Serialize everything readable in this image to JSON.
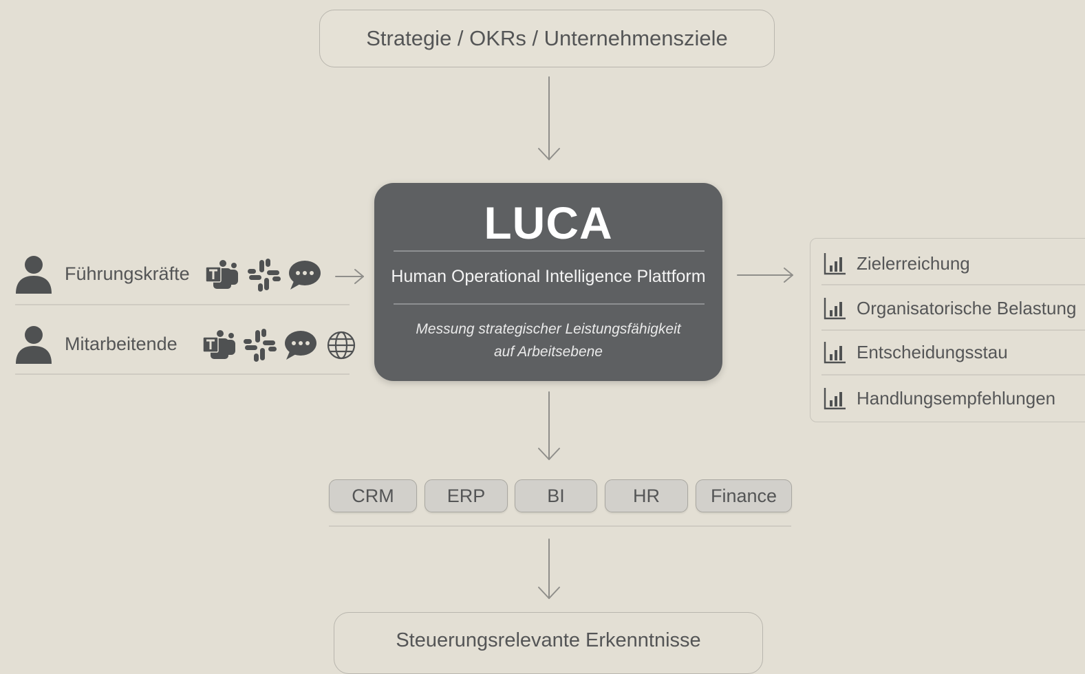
{
  "top": {
    "label": "Strategie / OKRs / Unternehmensziele"
  },
  "center": {
    "title": "LUCA",
    "subtitle": "Human Operational Intelligence Plattform",
    "desc_line1": "Messung strategischer Leistungsfähigkeit",
    "desc_line2": "auf Arbeitsebene"
  },
  "inputs": [
    {
      "label": "Führungskräfte",
      "icons": [
        "teams-icon",
        "slack-icon",
        "chat-bubble-icon"
      ]
    },
    {
      "label": "Mitarbeitende",
      "icons": [
        "teams-icon",
        "slack-icon",
        "chat-bubble-icon",
        "globe-icon"
      ]
    }
  ],
  "outputs": [
    {
      "label": "Zielerreichung",
      "icon": "bar-chart-icon"
    },
    {
      "label": "Organisatorische Belastung",
      "icon": "bar-chart-icon"
    },
    {
      "label": "Entscheidungsstau",
      "icon": "bar-chart-icon"
    },
    {
      "label": "Handlungsempfehlungen",
      "icon": "bar-chart-icon"
    }
  ],
  "systems": [
    "CRM",
    "ERP",
    "BI",
    "HR",
    "Finance"
  ],
  "bottom": {
    "label": "Steuerungsrelevante Erkenntnisse"
  },
  "colors": {
    "background": "#e3dfd4",
    "center_box": "#5e6062",
    "text": "#545556",
    "line": "#8f8e8a"
  }
}
